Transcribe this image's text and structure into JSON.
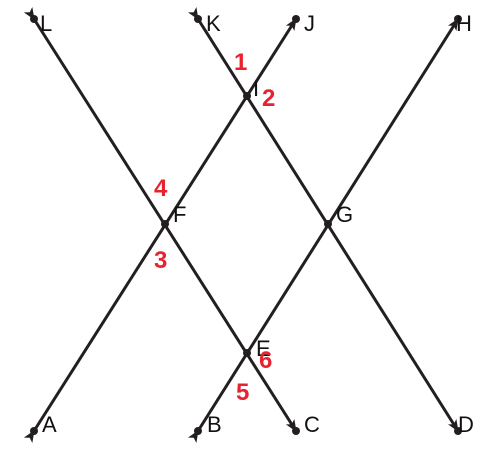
{
  "colors": {
    "line": "#231f20",
    "angle_label": "#e8232f",
    "point_label": "#111111"
  },
  "point_labels": {
    "A": "A",
    "B": "B",
    "C": "C",
    "D": "D",
    "E": "E",
    "F": "F",
    "G": "G",
    "H": "H",
    "I": "I",
    "J": "J",
    "K": "K",
    "L": "L"
  },
  "angle_labels": {
    "a1": "1",
    "a2": "2",
    "a3": "3",
    "a4": "4",
    "a5": "5",
    "a6": "6"
  },
  "lines": [
    {
      "name": "line-AJ",
      "from": "A",
      "to": "J"
    },
    {
      "name": "line-BH",
      "from": "B",
      "to": "H"
    },
    {
      "name": "line-LC",
      "from": "L",
      "to": "C"
    },
    {
      "name": "line-KD",
      "from": "K",
      "to": "D"
    }
  ]
}
